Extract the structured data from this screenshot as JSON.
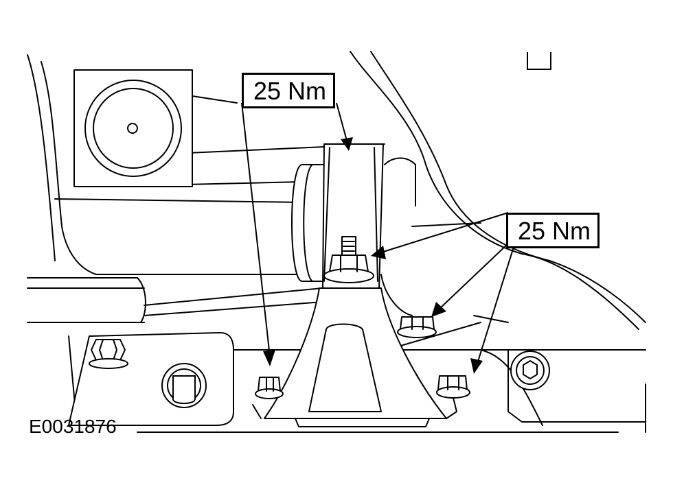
{
  "figure": {
    "id_label": "E0031876"
  },
  "callouts": [
    {
      "key": "left",
      "text": "25 Nm"
    },
    {
      "key": "right",
      "text": "25 Nm"
    }
  ]
}
